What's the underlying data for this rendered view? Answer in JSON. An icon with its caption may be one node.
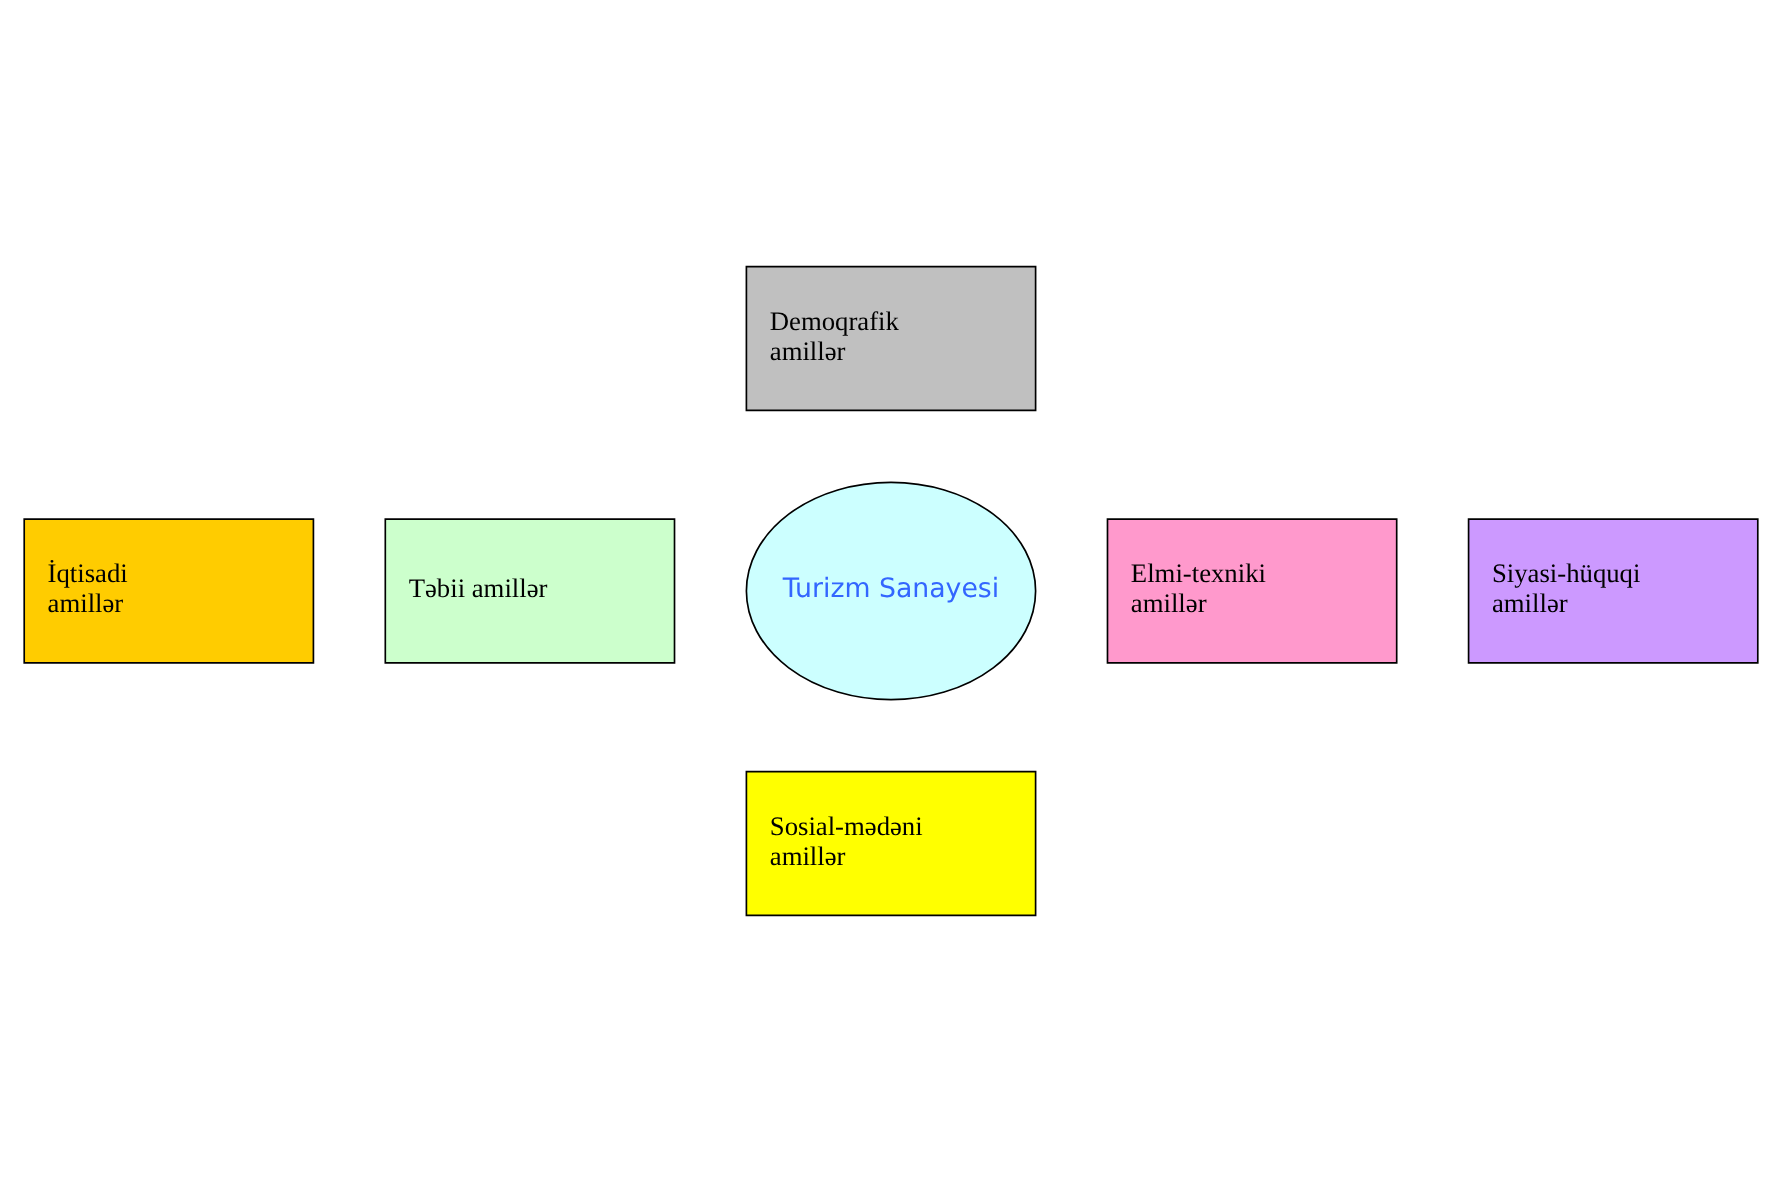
{
  "diagram": {
    "nodes": [
      {
        "text": [
          "Demoqrafik amillər"
        ]
      },
      {
        "text": [
          "İqtisadi amillər"
        ]
      },
      {
        "text": [
          "Elmi-texniki amillər"
        ]
      },
      {
        "text": [
          "Turizm Sanayesi"
        ]
      },
      {
        "text": [
          "Təbii amillər"
        ]
      },
      {
        "text": [
          "Siyasi-hüquqi amillər"
        ]
      },
      {
        "text": [
          "Sosial-mədəni amillər"
        ]
      }
    ],
    "edges": []
  }
}
